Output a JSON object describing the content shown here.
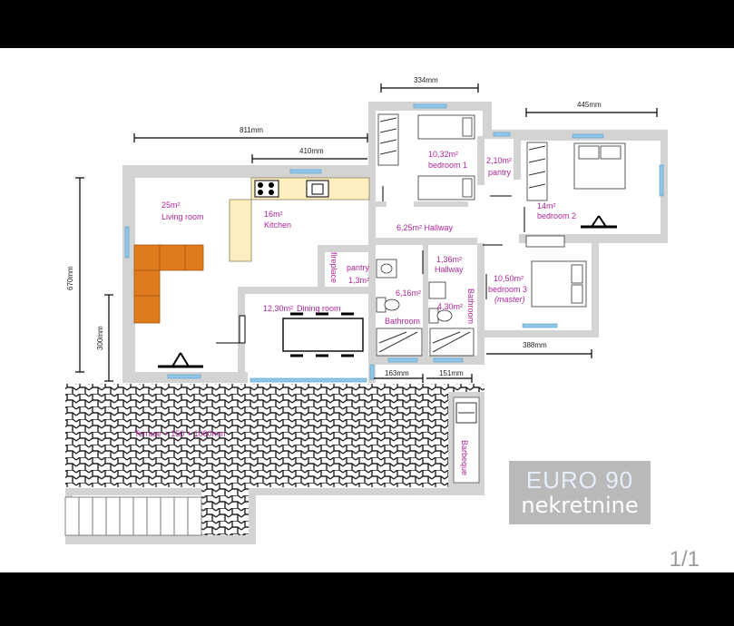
{
  "dimensions": {
    "d334": "334mm",
    "d445": "445mm",
    "d811": "811mm",
    "d410": "410mm",
    "d670": "670mm",
    "d300": "300mm",
    "d388": "388mm",
    "d163": "163mm",
    "d151": "151mm"
  },
  "rooms": {
    "bedroom1_area": "10,32m²",
    "bedroom1_name": "bedroom 1",
    "pantry_top_area": "2,10m²",
    "pantry_top_name": "pantry",
    "bedroom2_area": "14m²",
    "bedroom2_name": "bedroom 2",
    "living_area": "25m²",
    "living_name": "Living room",
    "kitchen_area": "16m²",
    "kitchen_name": "Kitchen",
    "hallway_main": "6,25m²  Hallway",
    "hallway_small_area": "1,36m²",
    "hallway_small_name": "Hallway",
    "bedroom3_area": "10,50m²",
    "bedroom3_name": "bedroom 3",
    "bedroom3_note": "(master)",
    "fireplace": "fireplace",
    "pantry_mid_name": "pantry",
    "pantry_mid_area": "1,3m²",
    "bath1_area": "6,16m²",
    "bath1_name": "Bathroom",
    "bath2_area": "4,30m²",
    "bath2_name": "Bathroom",
    "dining_area": "12,30m²",
    "dining_name": "Dining room",
    "terrace": "Terrace + 150 + 1000mm",
    "barbeque": "Barbeque"
  },
  "logo": {
    "line1": "EURO 90",
    "line2": "nekretnine"
  },
  "pager": "1/1"
}
